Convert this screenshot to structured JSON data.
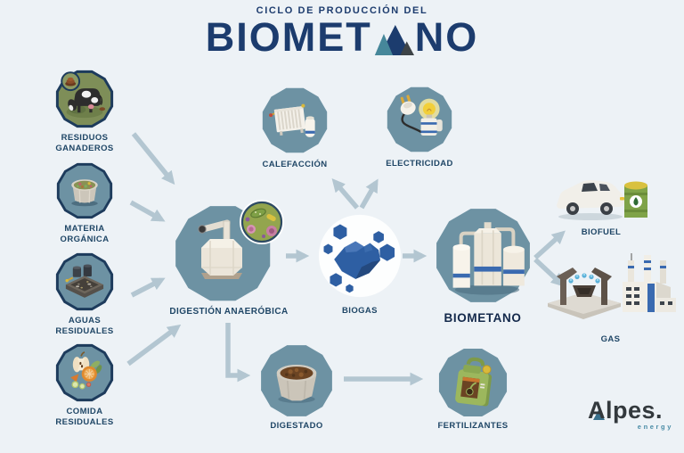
{
  "title": {
    "kicker": "CICLO DE PRODUCCIÓN DEL",
    "word_start": "BIOMET",
    "word_end": "NO",
    "full_word": "BIOMETANO"
  },
  "inputs": [
    {
      "label": "RESIDUOS GANADEROS",
      "icon": "cow-icon"
    },
    {
      "label": "MATERIA ORGÁNICA",
      "icon": "organic-matter-icon"
    },
    {
      "label": "AGUAS RESIDUALES",
      "icon": "wastewater-icon"
    },
    {
      "label": "COMIDA RESIDUALES",
      "icon": "food-waste-icon"
    }
  ],
  "process": {
    "digestion_label": "DIGESTIÓN ANAERÓBICA",
    "biogas_label": "BIOGAS",
    "biometano_label": "BIOMETANO"
  },
  "outputs": {
    "calefaccion": "CALEFACCIÓN",
    "electricidad": "ELECTRICIDAD",
    "biofuel": "BIOFUEL",
    "gas": "GAS",
    "digestado": "DIGESTADO",
    "fertilizantes": "FERTILIZANTES"
  },
  "logo": {
    "brand": "Alpes.",
    "sub": "energy"
  },
  "colors": {
    "background": "#edf2f6",
    "navy_title": "#1c3c6e",
    "label_navy": "#1f4666",
    "teal_badge": "#6d92a3",
    "badge_border_navy": "#1d3b5c",
    "arrow_gray": "#b3c6d1",
    "biogas_blue": "#2e5fa3",
    "tank_blue_band": "#3a6ab0",
    "logo_teal": "#4a8ca6"
  }
}
